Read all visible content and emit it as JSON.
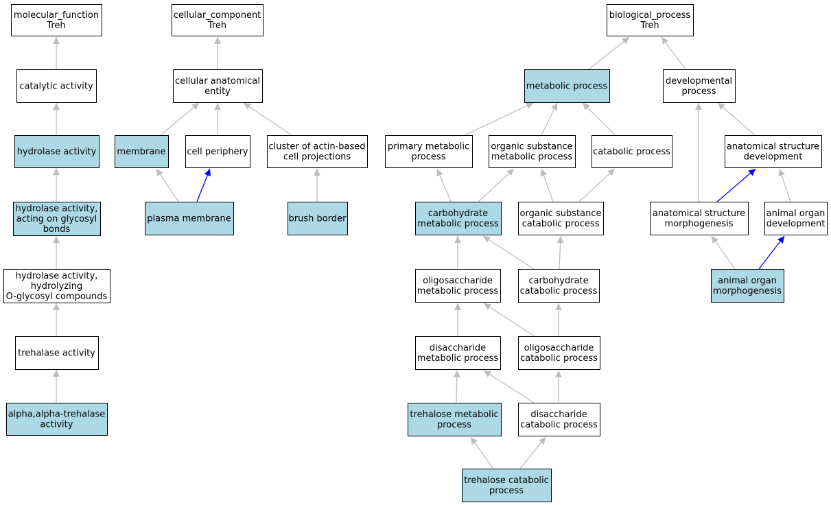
{
  "colors": {
    "highlight_fill": "#add8e6",
    "plain_fill": "#ffffff",
    "edge_gray": "#bdbdbd",
    "edge_blue": "#0000ff"
  },
  "nodes": [
    {
      "id": "mf_root",
      "lines": [
        "molecular_function",
        "Treh"
      ],
      "highlight": false
    },
    {
      "id": "catalytic",
      "lines": [
        "catalytic activity"
      ],
      "highlight": false
    },
    {
      "id": "hydrolase",
      "lines": [
        "hydrolase activity"
      ],
      "highlight": true
    },
    {
      "id": "hyd_glycosyl",
      "lines": [
        "hydrolase activity,",
        "acting on glycosyl",
        "bonds"
      ],
      "highlight": true
    },
    {
      "id": "hyd_oglycosyl",
      "lines": [
        "hydrolase activity,",
        "hydrolyzing",
        "O-glycosyl compounds"
      ],
      "highlight": false
    },
    {
      "id": "trehalase",
      "lines": [
        "trehalase activity"
      ],
      "highlight": false
    },
    {
      "id": "aa_trehalase",
      "lines": [
        "alpha,alpha-trehalase",
        "activity"
      ],
      "highlight": true
    },
    {
      "id": "cc_root",
      "lines": [
        "cellular_component",
        "Treh"
      ],
      "highlight": false
    },
    {
      "id": "anat_entity",
      "lines": [
        "cellular anatomical",
        "entity"
      ],
      "highlight": false
    },
    {
      "id": "membrane",
      "lines": [
        "membrane"
      ],
      "highlight": true
    },
    {
      "id": "cell_periphery",
      "lines": [
        "cell periphery"
      ],
      "highlight": false
    },
    {
      "id": "actin_cluster",
      "lines": [
        "cluster of actin-based",
        "cell projections"
      ],
      "highlight": false
    },
    {
      "id": "plasma_membrane",
      "lines": [
        "plasma membrane"
      ],
      "highlight": true
    },
    {
      "id": "brush_border",
      "lines": [
        "brush border"
      ],
      "highlight": true
    },
    {
      "id": "bp_root",
      "lines": [
        "biological_process",
        "Treh"
      ],
      "highlight": false
    },
    {
      "id": "metabolic",
      "lines": [
        "metabolic process"
      ],
      "highlight": true
    },
    {
      "id": "developmental",
      "lines": [
        "developmental",
        "process"
      ],
      "highlight": false
    },
    {
      "id": "primary_met",
      "lines": [
        "primary metabolic",
        "process"
      ],
      "highlight": false
    },
    {
      "id": "org_sub_met",
      "lines": [
        "organic substance",
        "metabolic process"
      ],
      "highlight": false
    },
    {
      "id": "catabolic",
      "lines": [
        "catabolic process"
      ],
      "highlight": false
    },
    {
      "id": "anat_struct_dev",
      "lines": [
        "anatomical structure",
        "development"
      ],
      "highlight": false
    },
    {
      "id": "carb_met",
      "lines": [
        "carbohydrate",
        "metabolic process"
      ],
      "highlight": true
    },
    {
      "id": "org_sub_cat",
      "lines": [
        "organic substance",
        "catabolic process"
      ],
      "highlight": false
    },
    {
      "id": "anat_struct_morph",
      "lines": [
        "anatomical structure",
        "morphogenesis"
      ],
      "highlight": false
    },
    {
      "id": "animal_organ_dev",
      "lines": [
        "animal organ",
        "development"
      ],
      "highlight": false
    },
    {
      "id": "oligo_met",
      "lines": [
        "oligosaccharide",
        "metabolic process"
      ],
      "highlight": false
    },
    {
      "id": "carb_cat",
      "lines": [
        "carbohydrate",
        "catabolic process"
      ],
      "highlight": false
    },
    {
      "id": "animal_organ_morph",
      "lines": [
        "animal organ",
        "morphogenesis"
      ],
      "highlight": true
    },
    {
      "id": "disacc_met",
      "lines": [
        "disaccharide",
        "metabolic process"
      ],
      "highlight": false
    },
    {
      "id": "oligo_cat",
      "lines": [
        "oligosaccharide",
        "catabolic process"
      ],
      "highlight": false
    },
    {
      "id": "treh_met",
      "lines": [
        "trehalose metabolic",
        "process"
      ],
      "highlight": true
    },
    {
      "id": "disacc_cat",
      "lines": [
        "disaccharide",
        "catabolic process"
      ],
      "highlight": false
    },
    {
      "id": "treh_cat",
      "lines": [
        "trehalose catabolic",
        "process"
      ],
      "highlight": true
    }
  ],
  "edges": [
    {
      "from": "catalytic",
      "to": "mf_root",
      "color": "gray"
    },
    {
      "from": "hydrolase",
      "to": "catalytic",
      "color": "gray"
    },
    {
      "from": "hyd_glycosyl",
      "to": "hydrolase",
      "color": "gray"
    },
    {
      "from": "hyd_oglycosyl",
      "to": "hyd_glycosyl",
      "color": "gray"
    },
    {
      "from": "trehalase",
      "to": "hyd_oglycosyl",
      "color": "gray"
    },
    {
      "from": "aa_trehalase",
      "to": "trehalase",
      "color": "gray"
    },
    {
      "from": "anat_entity",
      "to": "cc_root",
      "color": "gray"
    },
    {
      "from": "membrane",
      "to": "anat_entity",
      "color": "gray"
    },
    {
      "from": "cell_periphery",
      "to": "anat_entity",
      "color": "gray"
    },
    {
      "from": "actin_cluster",
      "to": "anat_entity",
      "color": "gray"
    },
    {
      "from": "plasma_membrane",
      "to": "membrane",
      "color": "gray"
    },
    {
      "from": "plasma_membrane",
      "to": "cell_periphery",
      "color": "blue"
    },
    {
      "from": "brush_border",
      "to": "actin_cluster",
      "color": "gray"
    },
    {
      "from": "metabolic",
      "to": "bp_root",
      "color": "gray"
    },
    {
      "from": "developmental",
      "to": "bp_root",
      "color": "gray"
    },
    {
      "from": "primary_met",
      "to": "metabolic",
      "color": "gray"
    },
    {
      "from": "org_sub_met",
      "to": "metabolic",
      "color": "gray"
    },
    {
      "from": "catabolic",
      "to": "metabolic",
      "color": "gray"
    },
    {
      "from": "anat_struct_dev",
      "to": "developmental",
      "color": "gray"
    },
    {
      "from": "anat_struct_morph",
      "to": "developmental",
      "color": "gray"
    },
    {
      "from": "carb_met",
      "to": "primary_met",
      "color": "gray"
    },
    {
      "from": "carb_met",
      "to": "org_sub_met",
      "color": "gray"
    },
    {
      "from": "org_sub_cat",
      "to": "org_sub_met",
      "color": "gray"
    },
    {
      "from": "org_sub_cat",
      "to": "catabolic",
      "color": "gray"
    },
    {
      "from": "anat_struct_morph",
      "to": "anat_struct_dev",
      "color": "blue"
    },
    {
      "from": "animal_organ_dev",
      "to": "anat_struct_dev",
      "color": "gray"
    },
    {
      "from": "oligo_met",
      "to": "carb_met",
      "color": "gray"
    },
    {
      "from": "carb_cat",
      "to": "carb_met",
      "color": "gray"
    },
    {
      "from": "carb_cat",
      "to": "org_sub_cat",
      "color": "gray"
    },
    {
      "from": "animal_organ_morph",
      "to": "anat_struct_morph",
      "color": "gray"
    },
    {
      "from": "animal_organ_morph",
      "to": "animal_organ_dev",
      "color": "blue"
    },
    {
      "from": "disacc_met",
      "to": "oligo_met",
      "color": "gray"
    },
    {
      "from": "oligo_cat",
      "to": "oligo_met",
      "color": "gray"
    },
    {
      "from": "oligo_cat",
      "to": "carb_cat",
      "color": "gray"
    },
    {
      "from": "treh_met",
      "to": "disacc_met",
      "color": "gray"
    },
    {
      "from": "disacc_cat",
      "to": "disacc_met",
      "color": "gray"
    },
    {
      "from": "disacc_cat",
      "to": "oligo_cat",
      "color": "gray"
    },
    {
      "from": "treh_cat",
      "to": "treh_met",
      "color": "gray"
    },
    {
      "from": "treh_cat",
      "to": "disacc_cat",
      "color": "gray"
    }
  ]
}
